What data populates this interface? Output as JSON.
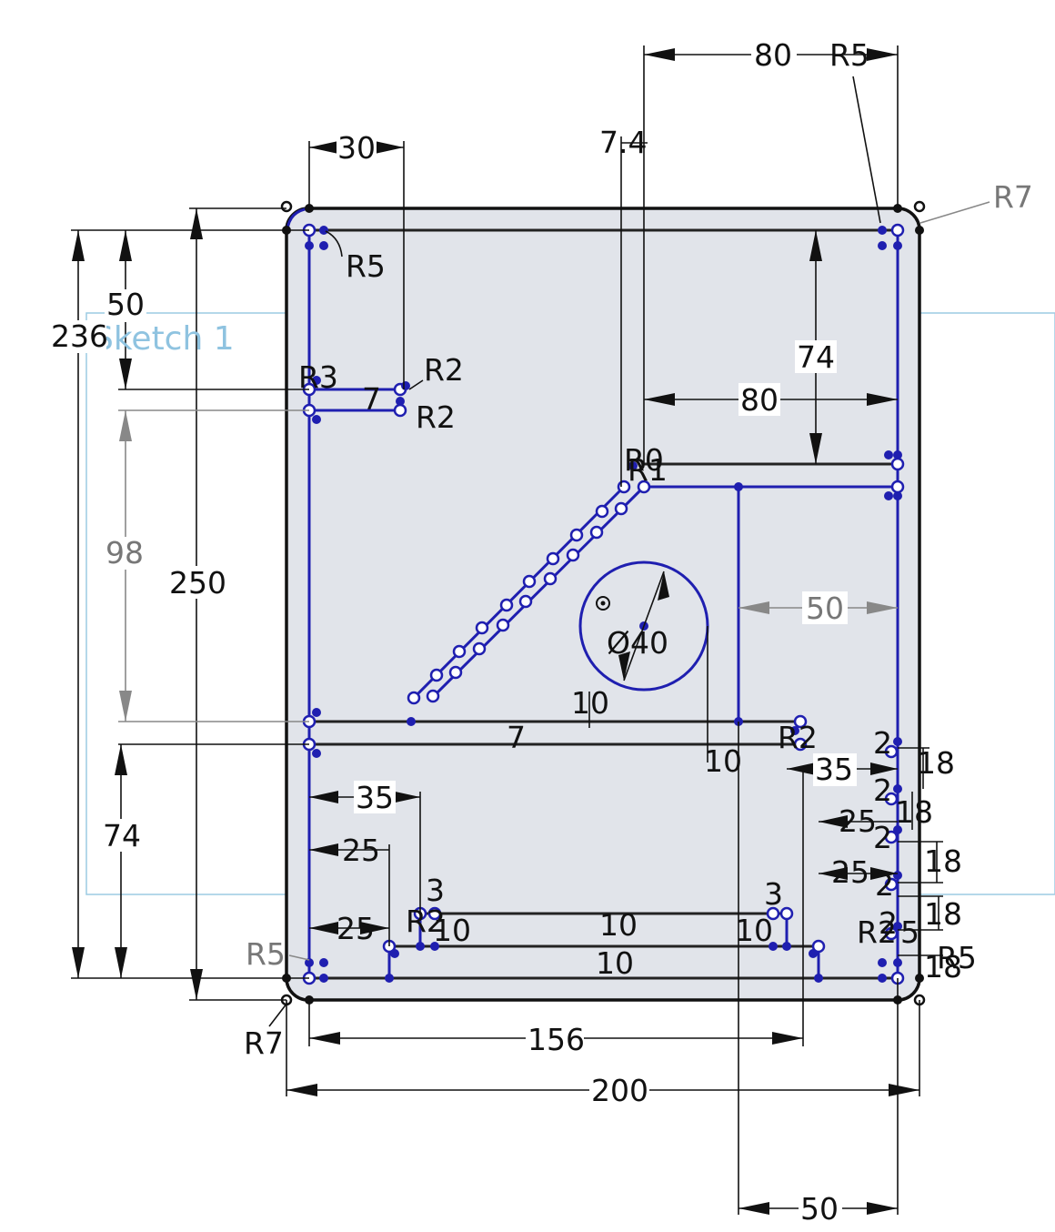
{
  "sketch": {
    "name": "Sketch 1"
  },
  "dimensions": {
    "d80_top": "80",
    "r5_top_right": "R5",
    "d30": "30",
    "d74_small": "7.4",
    "r7_top_right": "R7",
    "r5_top_left": "R5",
    "d50_left": "50",
    "d236": "236",
    "r3": "R3",
    "r2_a": "R2",
    "r2_b": "R2",
    "d7_top": "7",
    "d74_right": "74",
    "d80_mid": "80",
    "d98": "98",
    "d250": "250",
    "r0_r1_a": "R0",
    "r0_r1_b": "R1",
    "d50_mid": "50",
    "dia40": "Ø40",
    "d10_center": "10",
    "d7_mid": "7",
    "r2_mid_right": "R2",
    "d10_right": "10",
    "d35_right": "35",
    "d74_left": "74",
    "d35_left": "35",
    "d25_left_a": "25",
    "d25_left_b": "25",
    "d3_left": "3",
    "r_small_left": "R2",
    "d10_a": "10",
    "d10_b": "10",
    "d10_c": "10",
    "d3_right": "3",
    "d10_d": "10",
    "d25_right_a": "25",
    "d25_right_b": "25",
    "r5_bottom_left": "R5",
    "r7_bottom_left": "R7",
    "d156": "156",
    "d200": "200",
    "d50_bottom": "50",
    "d2_a": "2",
    "d18_a": "18",
    "d2_b": "2",
    "d18_b": "18",
    "d2_c": "2",
    "d18_c": "18",
    "d2_d": "2",
    "d18_d": "18",
    "d2_e": "2",
    "d18_e": "18",
    "r_right_a": "R2",
    "r_right_b": "R5",
    "d15": "5"
  }
}
